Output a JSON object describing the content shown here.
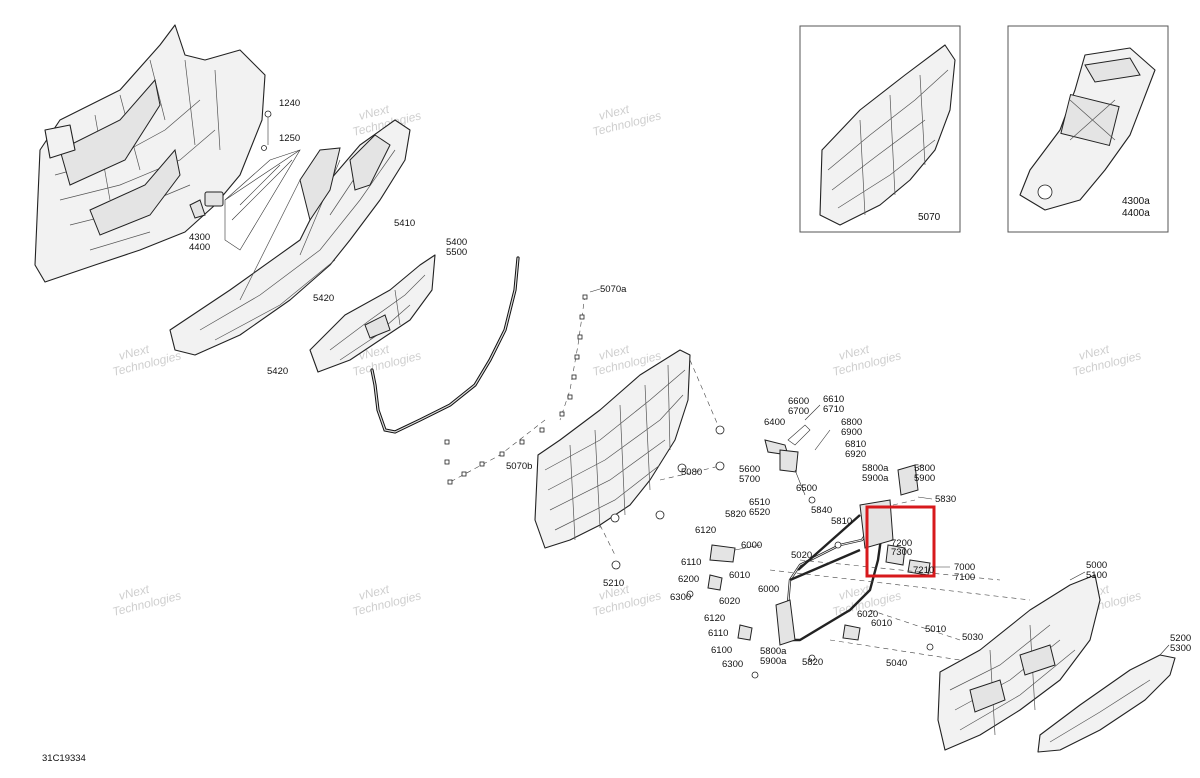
{
  "drawing": {
    "code": "31C19334",
    "watermark_line1": "vNext",
    "watermark_line2": "Technologies",
    "highlight_color": "#d7191c"
  },
  "insets": {
    "door_panel": {
      "label": "5070"
    },
    "strap": {
      "label1": "4300a",
      "label2": "4400a"
    }
  },
  "callouts": {
    "c1240": "1240",
    "c1250": "1250",
    "c4300": "4300",
    "c4400": "4400",
    "c5410": "5410",
    "c5400": "5400",
    "c5500": "5500",
    "c5420a": "5420",
    "c5420b": "5420",
    "c5070a": "5070a",
    "c5070b": "5070b",
    "c5080": "5080",
    "c5210": "5210",
    "c6400": "6400",
    "c6600": "6600",
    "c6700": "6700",
    "c6610": "6610",
    "c6710": "6710",
    "c6800": "6800",
    "c6900": "6900",
    "c6810": "6810",
    "c6920": "6920",
    "c5600": "5600",
    "c5700": "5700",
    "c6500": "6500",
    "c6510": "6510",
    "c6520": "6520",
    "c5800a": "5800a",
    "c5900a": "5900a",
    "c5800": "5800",
    "c5900": "5900",
    "c5830": "5830",
    "c5840": "5840",
    "c5810": "5810",
    "c5820a": "5820",
    "c6120": "6120",
    "c6000a": "6000",
    "c5020": "5020",
    "c7200": "7200",
    "c7300": "7300",
    "c7210": "7210",
    "c7000": "7000",
    "c7100": "7100",
    "c6110a": "6110",
    "c6200": "6200",
    "c6010": "6010",
    "c6300a": "6300",
    "c6020a": "6020",
    "c6000b": "6000",
    "c6120b": "6120",
    "c6110b": "6110",
    "c6100": "6100",
    "c6300b": "6300",
    "c5800b": "5800a",
    "c5900b": "5900a",
    "c5820b": "5820",
    "c6020b": "6020",
    "c6010b": "6010",
    "c5010": "5010",
    "c5030": "5030",
    "c5040": "5040",
    "c5000": "5000",
    "c5100": "5100",
    "c5200": "5200",
    "c5300": "5300"
  }
}
